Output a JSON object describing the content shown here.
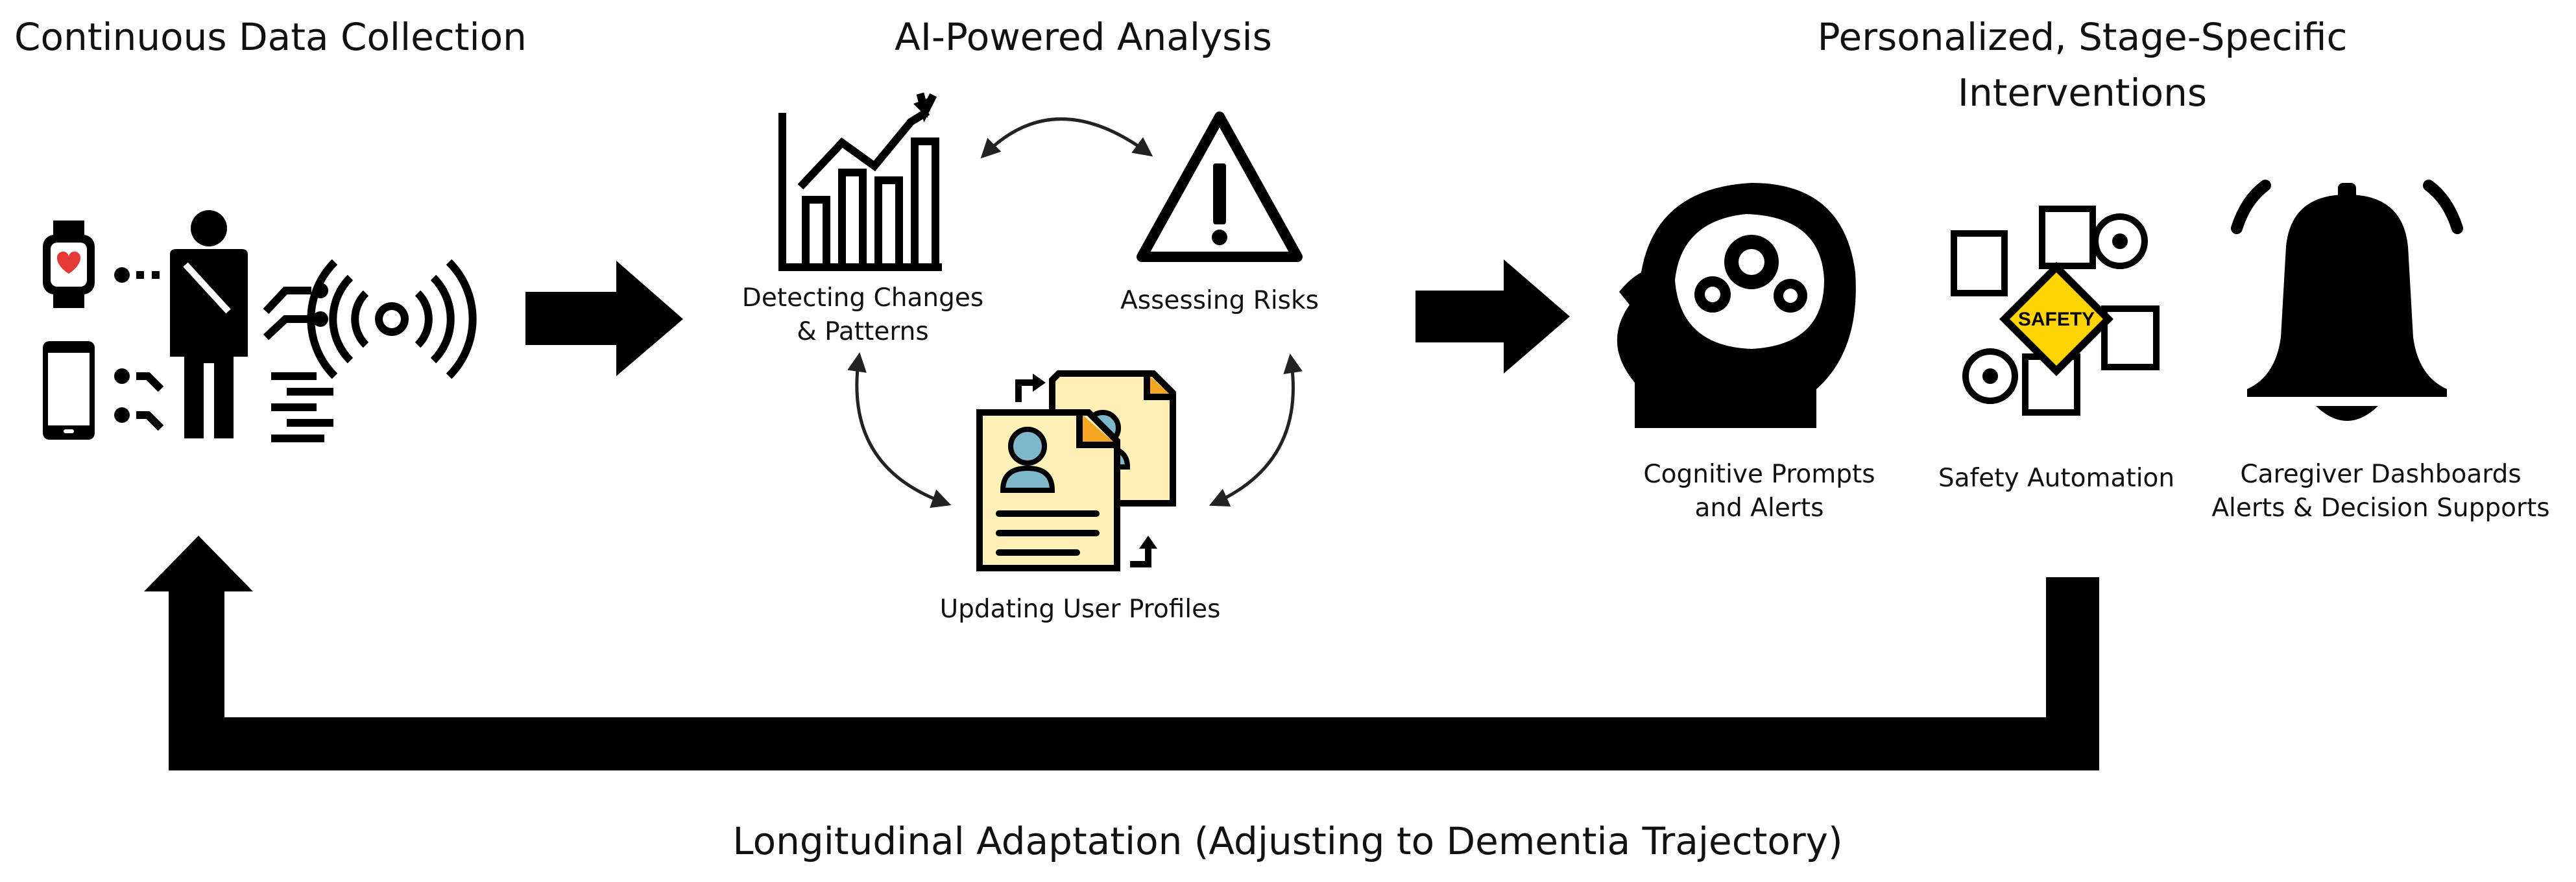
{
  "stages": {
    "collection": {
      "title": "Continuous Data Collection"
    },
    "analysis": {
      "title": "AI-Powered Analysis",
      "detecting": "Detecting Changes\n& Patterns",
      "assessing": "Assessing Risks",
      "updating": "Updating User Profiles"
    },
    "interventions": {
      "title": "Personalized, Stage-Specific\nInterventions",
      "cognitive": "Cognitive Prompts\nand Alerts",
      "safety": "Safety Automation",
      "caregiver": "Caregiver Dashboards\nAlerts & Decision Supports",
      "safety_sign_text": "SAFETY"
    }
  },
  "feedback_label": "Longitudinal Adaptation (Adjusting to Dementia Trajectory)",
  "colors": {
    "ink": "#000000",
    "heart_red": "#e53935",
    "profile_cream": "#fff0b8",
    "profile_fold": "#f5a623",
    "person_blue": "#7fb8cc",
    "safety_yellow": "#ffd400"
  },
  "icons": [
    "smartwatch-icon",
    "smartphone-icon",
    "person-icon",
    "signal-icon",
    "data-lines-icon",
    "bar-chart-icon",
    "warning-icon",
    "user-profile-docs-icon",
    "brain-gears-icon",
    "safety-gears-icon",
    "bell-icon"
  ]
}
